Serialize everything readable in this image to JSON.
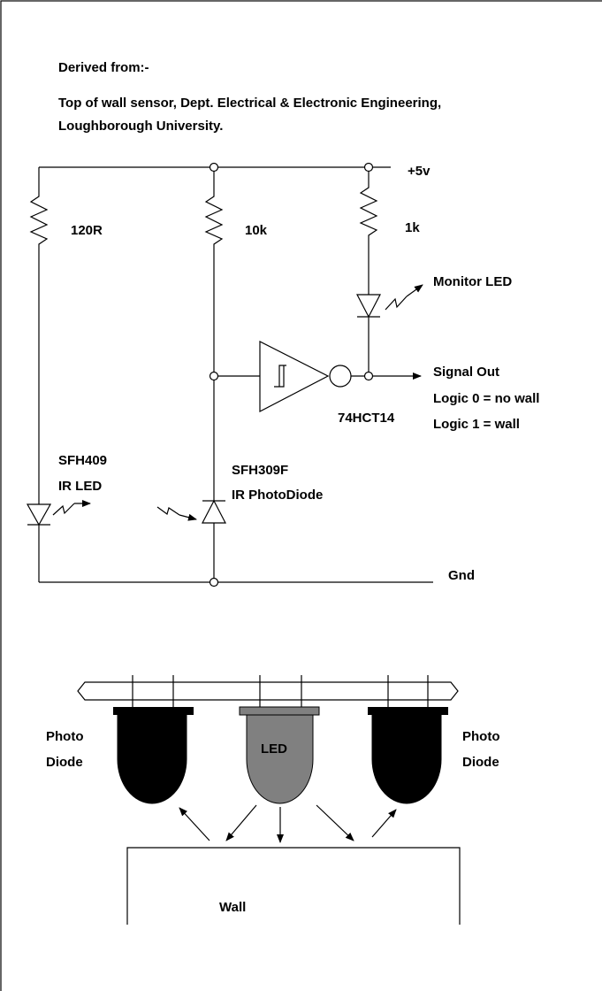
{
  "header": {
    "derived": "Derived from:-",
    "source_line1": "Top of wall sensor, Dept. Electrical & Electronic Engineering,",
    "source_line2": "Loughborough University."
  },
  "schematic": {
    "supply": "+5v",
    "ground": "Gnd",
    "r1": "120R",
    "r2": "10k",
    "r3": "1k",
    "monitor_led": "Monitor LED",
    "signal_out": "Signal Out",
    "logic0": "Logic 0 = no wall",
    "logic1": "Logic 1 = wall",
    "ic": "74HCT14",
    "ir_led_part": "SFH409",
    "ir_led_type": "IR LED",
    "photodiode_part": "SFH309F",
    "photodiode_type": "IR PhotoDiode"
  },
  "sensor": {
    "left_label_1": "Photo",
    "left_label_2": "Diode",
    "center_label": "LED",
    "right_label_1": "Photo",
    "right_label_2": "Diode",
    "wall": "Wall",
    "colors": {
      "photodiode": "#000000",
      "led": "#808080",
      "led_cap": "#808080"
    }
  }
}
